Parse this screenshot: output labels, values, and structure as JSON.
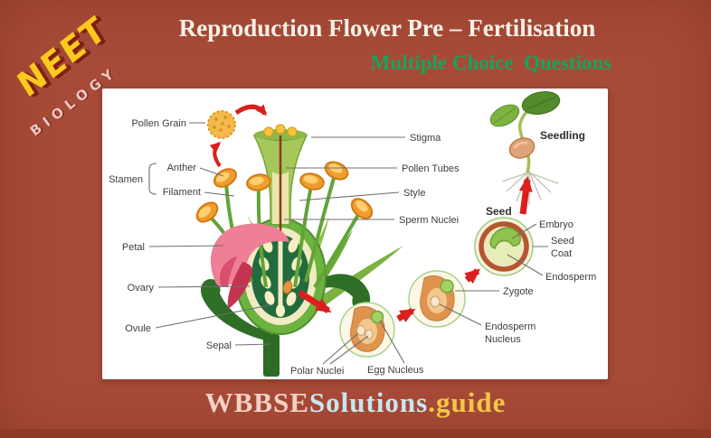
{
  "badge": {
    "exam": "NEET",
    "subject": "BIOLOGY"
  },
  "header": {
    "title": "Reproduction Flower Pre – Fertilisation",
    "subtitle": "Multiple Choice  Questions"
  },
  "footer": {
    "brand_part1": "WBBSE",
    "brand_part2": "Solutions",
    "brand_part3": ".guide"
  },
  "diagram": {
    "labels": {
      "pollen_grain": "Pollen Grain",
      "stamen": "Stamen",
      "anther": "Anther",
      "filament": "Filament",
      "petal": "Petal",
      "ovary": "Ovary",
      "ovule": "Ovule",
      "sepal": "Sepal",
      "stigma": "Stigma",
      "pollen_tubes": "Pollen Tubes",
      "style": "Style",
      "sperm_nuclei": "Sperm Nuclei",
      "polar_nuclei": "Polar Nuclei",
      "egg_nucleus": "Egg Nucleus",
      "zygote": "Zygote",
      "endosperm_nucleus": [
        "Endosperm",
        "Nucleus"
      ],
      "seed": "Seed",
      "embryo": "Embryo",
      "seed_coat": [
        "Seed",
        "Coat"
      ],
      "endosperm": "Endosperm",
      "seedling": "Seedling"
    }
  },
  "colors": {
    "background": "#a74b38",
    "title_text": "#f6f1e6",
    "subtitle_green": "#17a35b",
    "neet_yellow": "#fcc91d",
    "biology_pink": "#ecc9c6",
    "brand_wbbse": "#f3d1c5",
    "brand_solutions": "#c9e6f0",
    "brand_guide": "#f5c646",
    "arrow_red": "#da1f1c",
    "panel_white": "#ffffff"
  }
}
